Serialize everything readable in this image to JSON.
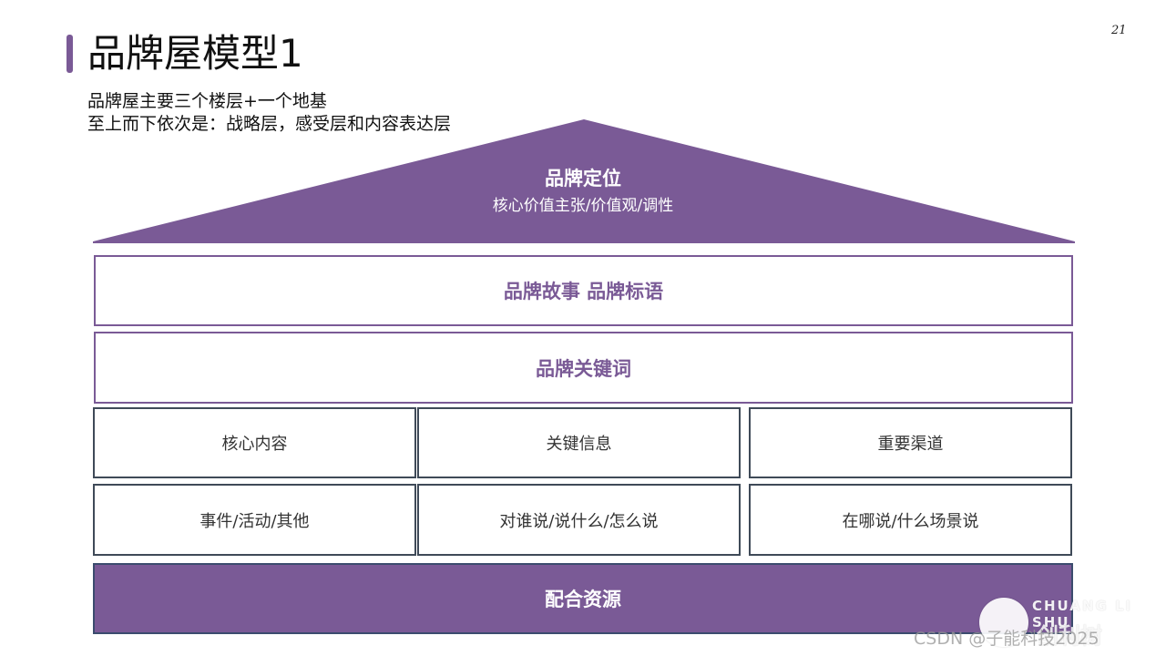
{
  "slide": {
    "title": "品牌屋模型1",
    "page_number": "21",
    "subtitle_line1": "品牌屋主要三个楼层+一个地基",
    "subtitle_line2": "至上而下依次是：战略层，感受层和内容表达层"
  },
  "roof": {
    "title": "品牌定位",
    "subtitle": "核心价值主张/价值观/调性"
  },
  "bands": {
    "story": "品牌故事 品牌标语",
    "keywords": "品牌关键词"
  },
  "grid": {
    "row1": [
      "核心内容",
      "关键信息",
      "重要渠道"
    ],
    "row2": [
      "事件/活动/其他",
      "对谁说/说什么/怎么说",
      "在哪说/什么场景说"
    ]
  },
  "foundation": {
    "label": "配合资源"
  },
  "watermark": {
    "brand_en": "CHUANG LI SHU",
    "brand_cn": "创利树",
    "csdn": "CSDN @子能科技2025"
  },
  "colors": {
    "accent": "#7a5a96",
    "cell_border": "#3f4a58"
  }
}
